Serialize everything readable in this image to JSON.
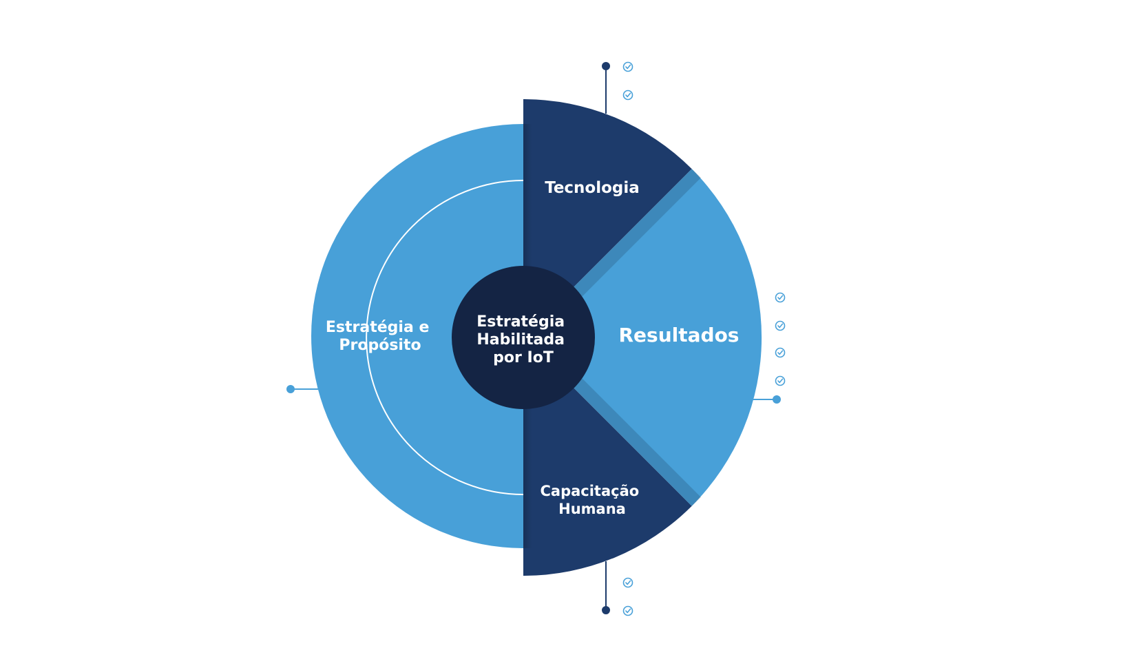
{
  "diagram": {
    "center": {
      "lines": [
        "Estratégia",
        "Habilitada",
        "por IoT"
      ]
    },
    "segments": {
      "strategy": {
        "lines": [
          "Estratégia e",
          "Propósito"
        ]
      },
      "technology": {
        "lines": [
          "Tecnologia"
        ]
      },
      "results": {
        "lines": [
          "Resultados"
        ]
      },
      "capacity": {
        "lines": [
          "Capacitação",
          "Humana"
        ]
      }
    },
    "checklists": {
      "technology": 2,
      "results": 4,
      "capacity": 2
    },
    "icons": [
      "check-circle-icon",
      "connector-dot-icon"
    ],
    "colors": {
      "light_blue": "#48a0d8",
      "dark_blue": "#1d3b6b",
      "center_navy": "#142444",
      "connector_dark": "#1d3b6b",
      "connector_light": "#48a0d8",
      "white": "#ffffff"
    }
  }
}
